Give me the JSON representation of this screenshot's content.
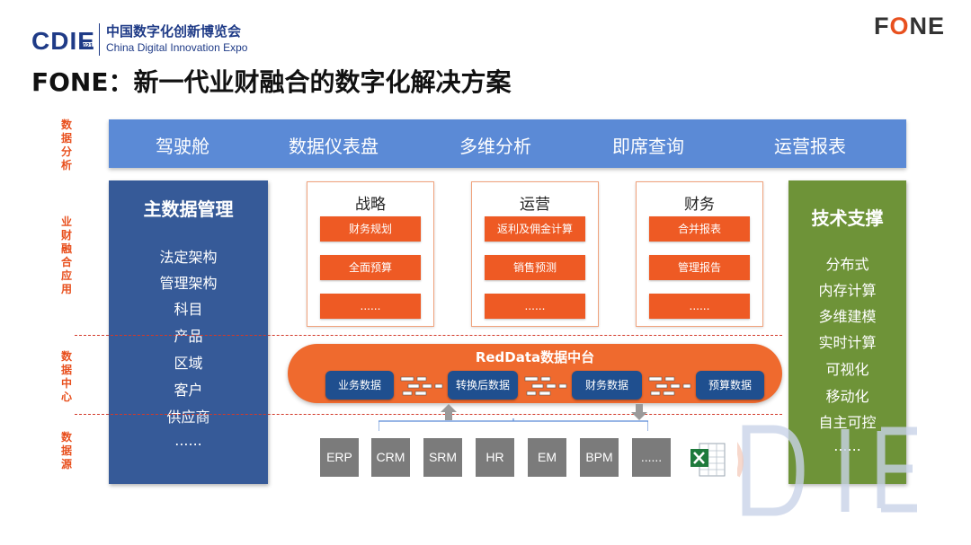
{
  "header": {
    "cdie_logo": "CDIE",
    "cdie_year": "2021",
    "expo_cn": "中国数字化创新博览会",
    "expo_en": "China Digital Innovation Expo",
    "fone_logo_f": "F",
    "fone_logo_o": "O",
    "fone_logo_ne": "NE"
  },
  "title": "FONE：新一代业财融合的数字化解决方案",
  "layers": {
    "analysis": "数据分析",
    "business": "业财融合应用",
    "center": "数据中心",
    "source": "数据源"
  },
  "analysis_bar": [
    "驾驶舱",
    "数据仪表盘",
    "多维分析",
    "即席查询",
    "运营报表"
  ],
  "master_data": {
    "title": "主数据管理",
    "items": [
      "法定架构",
      "管理架构",
      "科目",
      "产品",
      "区域",
      "客户",
      "供应商",
      "......"
    ]
  },
  "tech_support": {
    "title": "技术支撑",
    "items": [
      "分布式",
      "内存计算",
      "多维建模",
      "实时计算",
      "可视化",
      "移动化",
      "自主可控",
      "......"
    ]
  },
  "business_boxes": [
    {
      "title": "战略",
      "items": [
        "财务规划",
        "全面预算",
        "......"
      ]
    },
    {
      "title": "运营",
      "items": [
        "返利及佣金计算",
        "销售预测",
        "......"
      ]
    },
    {
      "title": "财务",
      "items": [
        "合并报表",
        "管理报告",
        "......"
      ]
    }
  ],
  "platform": {
    "title": "RedData数据中台",
    "pills": [
      "业务数据",
      "转换后数据",
      "财务数据",
      "预算数据"
    ]
  },
  "sources": [
    "ERP",
    "CRM",
    "SRM",
    "HR",
    "EM",
    "BPM",
    "......"
  ],
  "watermark_text": "CDIE",
  "colors": {
    "accent_orange": "#ee5a24",
    "analysis_blue": "#5b8ad6",
    "master_blue": "#365a98",
    "tech_green": "#6e9338",
    "pill_navy": "#1f4f8f",
    "source_gray": "#7b7b7b"
  }
}
